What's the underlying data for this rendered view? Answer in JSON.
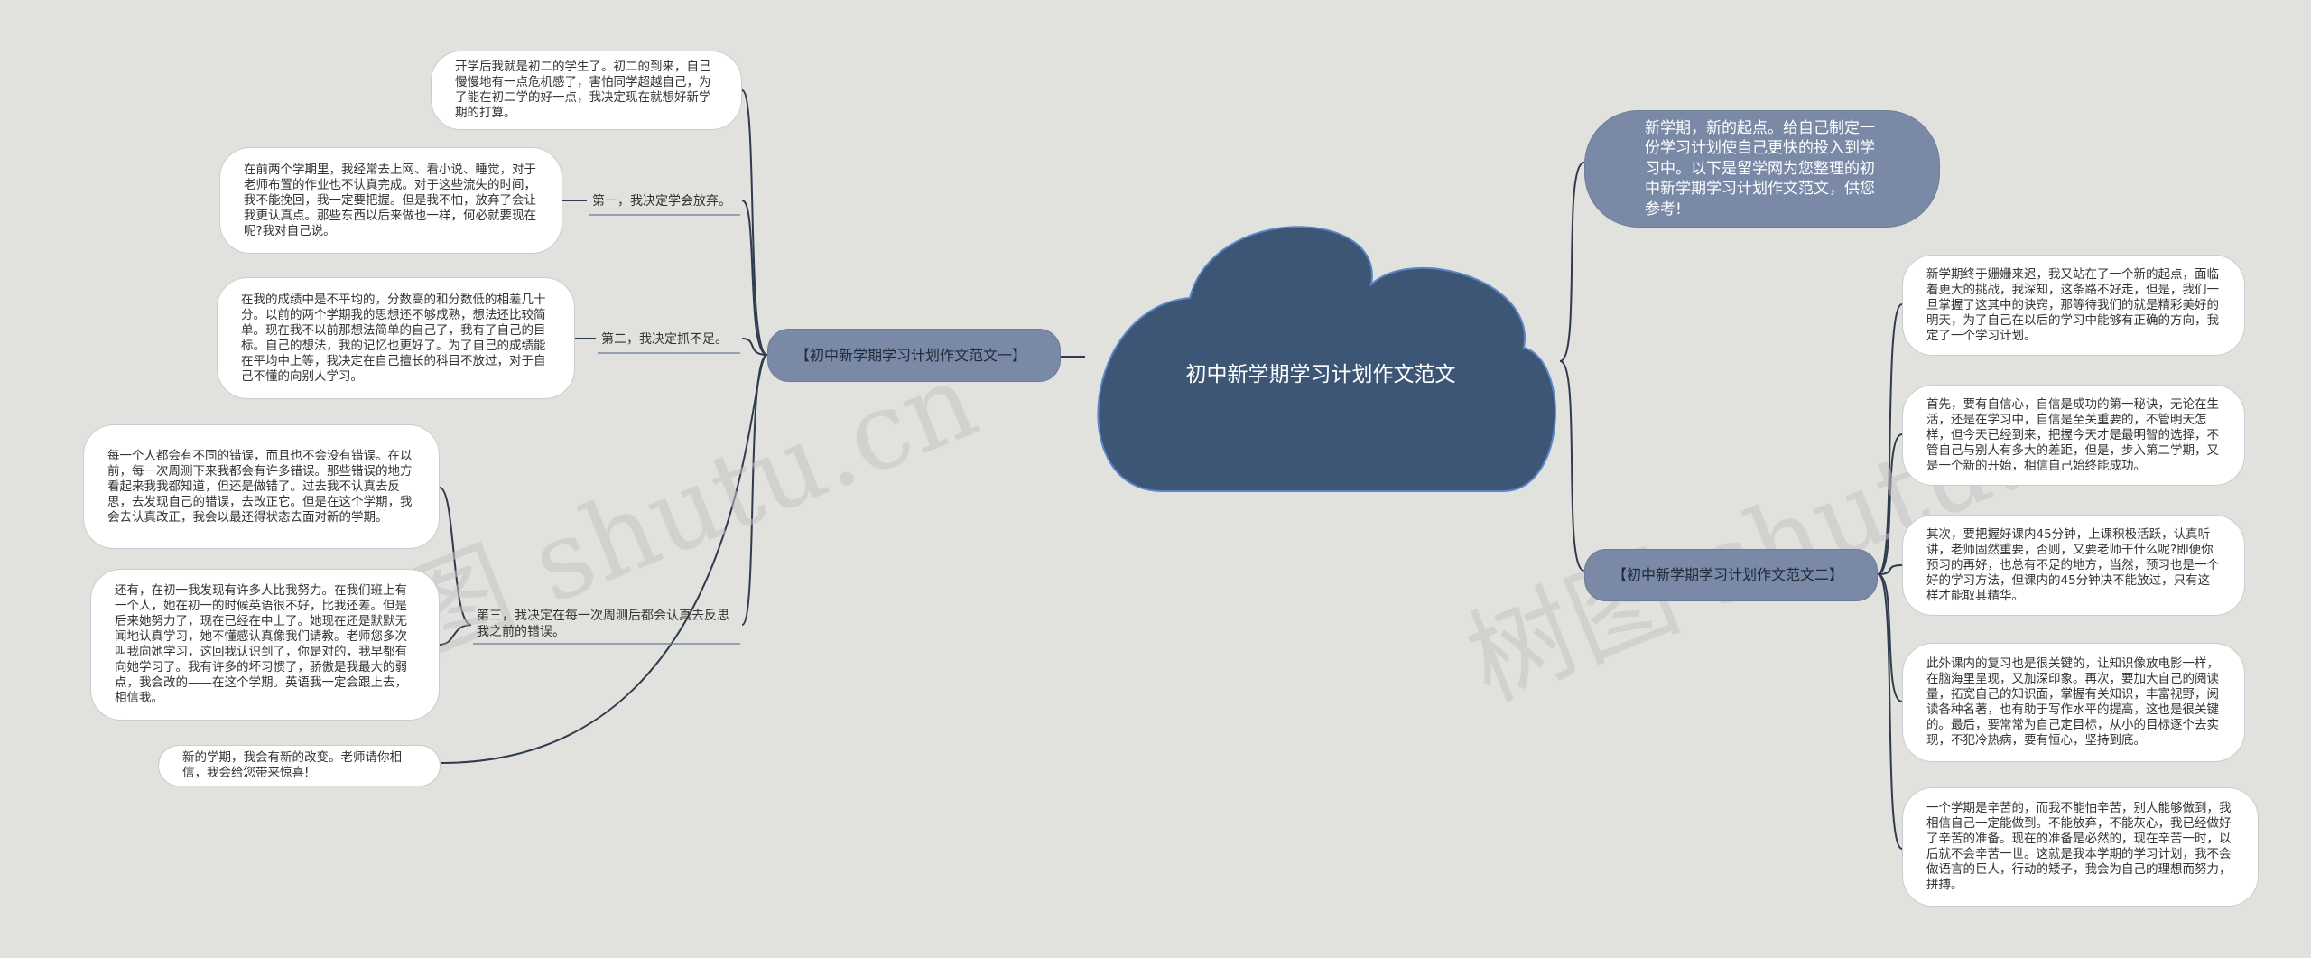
{
  "center": {
    "title": "初中新学期学习计划作文范文"
  },
  "intro": {
    "text": "新学期，新的起点。给自己制定一份学习计划使自己更快的投入到学习中。以下是留学网为您整理的初中新学期学习计划作文范文，供您参考!"
  },
  "branch_one": {
    "label": "【初中新学期学习计划作文范文一】",
    "leaf_top": "开学后我就是初二的学生了。初二的到来，自己慢慢地有一点危机感了，害怕同学超越自己，为了能在初二学的好一点，我决定现在就想好新学期的打算。",
    "sub1": {
      "label": "第一，我决定学会放弃。",
      "leaf": "在前两个学期里，我经常去上网、看小说、睡觉，对于老师布置的作业也不认真完成。对于这些流失的时间，我不能挽回，我一定要把握。但是我不怕，放弃了会让我更认真点。那些东西以后来做也一样，何必就要现在呢?我对自己说。"
    },
    "sub2": {
      "label": "第二，我决定抓不足。",
      "leaf": "在我的成绩中是不平均的，分数高的和分数低的相差几十分。以前的两个学期我的思想还不够成熟，想法还比较简单。现在我不以前那想法简单的自己了，我有了自己的目标。自己的想法，我的记忆也更好了。为了自己的成绩能在平均中上等，我决定在自己擅长的科目不放过，对于自己不懂的向别人学习。"
    },
    "sub3": {
      "label": "第三，我决定在每一次周测后都会认真去反思我之前的错误。",
      "leaf_a": "每一个人都会有不同的错误，而且也不会没有错误。在以前，每一次周测下来我都会有许多错误。那些错误的地方看起来我我都知道，但还是做错了。过去我不认真去反思，去发现自己的错误，去改正它。但是在这个学期，我会去认真改正，我会以最还得状态去面对新的学期。",
      "leaf_b": "还有，在初一我发现有许多人比我努力。在我们班上有一个人，她在初一的时候英语很不好，比我还差。但是后来她努力了，现在已经在中上了。她现在还是默默无闻地认真学习，她不懂感认真像我们请教。老师您多次叫我向她学习，这回我认识到了，你是对的，我早都有向她学习了。我有许多的坏习惯了，骄傲是我最大的弱点，我会改的——在这个学期。英语我一定会跟上去，相信我。"
    },
    "leaf_bottom": "新的学期，我会有新的改变。老师请你相信，我会给您带来惊喜!"
  },
  "branch_two": {
    "label": "【初中新学期学习计划作文范文二】",
    "leaves": [
      "新学期终于姗姗来迟，我又站在了一个新的起点，面临着更大的挑战，我深知，这条路不好走，但是，我们一旦掌握了这其中的诀窍，那等待我们的就是精彩美好的明天，为了自己在以后的学习中能够有正确的方向，我定了一个学习计划。",
      "首先，要有自信心，自信是成功的第一秘诀，无论在生活，还是在学习中，自信是至关重要的，不管明天怎样，但今天已经到来，把握今天才是最明智的选择，不管自己与别人有多大的差距，但是，步入第二学期，又是一个新的开始，相信自己始终能成功。",
      "其次，要把握好课内45分钟，上课积极活跃，认真听讲，老师固然重要，否则，又要老师干什么呢?即便你预习的再好，也总有不足的地方，当然，预习也是一个好的学习方法，但课内的45分钟决不能放过，只有这样才能取其精华。",
      "此外课内的复习也是很关键的，让知识像放电影一样，在脑海里呈现，又加深印象。再次，要加大自己的阅读量，拓宽自己的知识面，掌握有关知识，丰富视野，阅读各种名著，也有助于写作水平的提高，这也是很关键的。最后，要常常为自己定目标，从小的目标逐个去实现，不犯冷热病，要有恒心，坚持到底。",
      "一个学期是辛苦的，而我不能怕辛苦，别人能够做到，我相信自己一定能做到。不能放弃，不能灰心，我已经做好了辛苦的准备。现在的准备是必然的，现在辛苦一时，以后就不会辛苦一世。这就是我本学期的学习计划，我不会做语言的巨人，行动的矮子，我会为自己的理想而努力，拼搏。"
    ]
  },
  "watermarks": [
    "树图 shutu.cn",
    "树图 shutu.cn"
  ],
  "colors": {
    "background": "#e1e1dd",
    "cloud": "#3e5676",
    "branch": "#7a8aa6",
    "leaf_bg": "#ffffff",
    "line": "#2f3b4e"
  }
}
